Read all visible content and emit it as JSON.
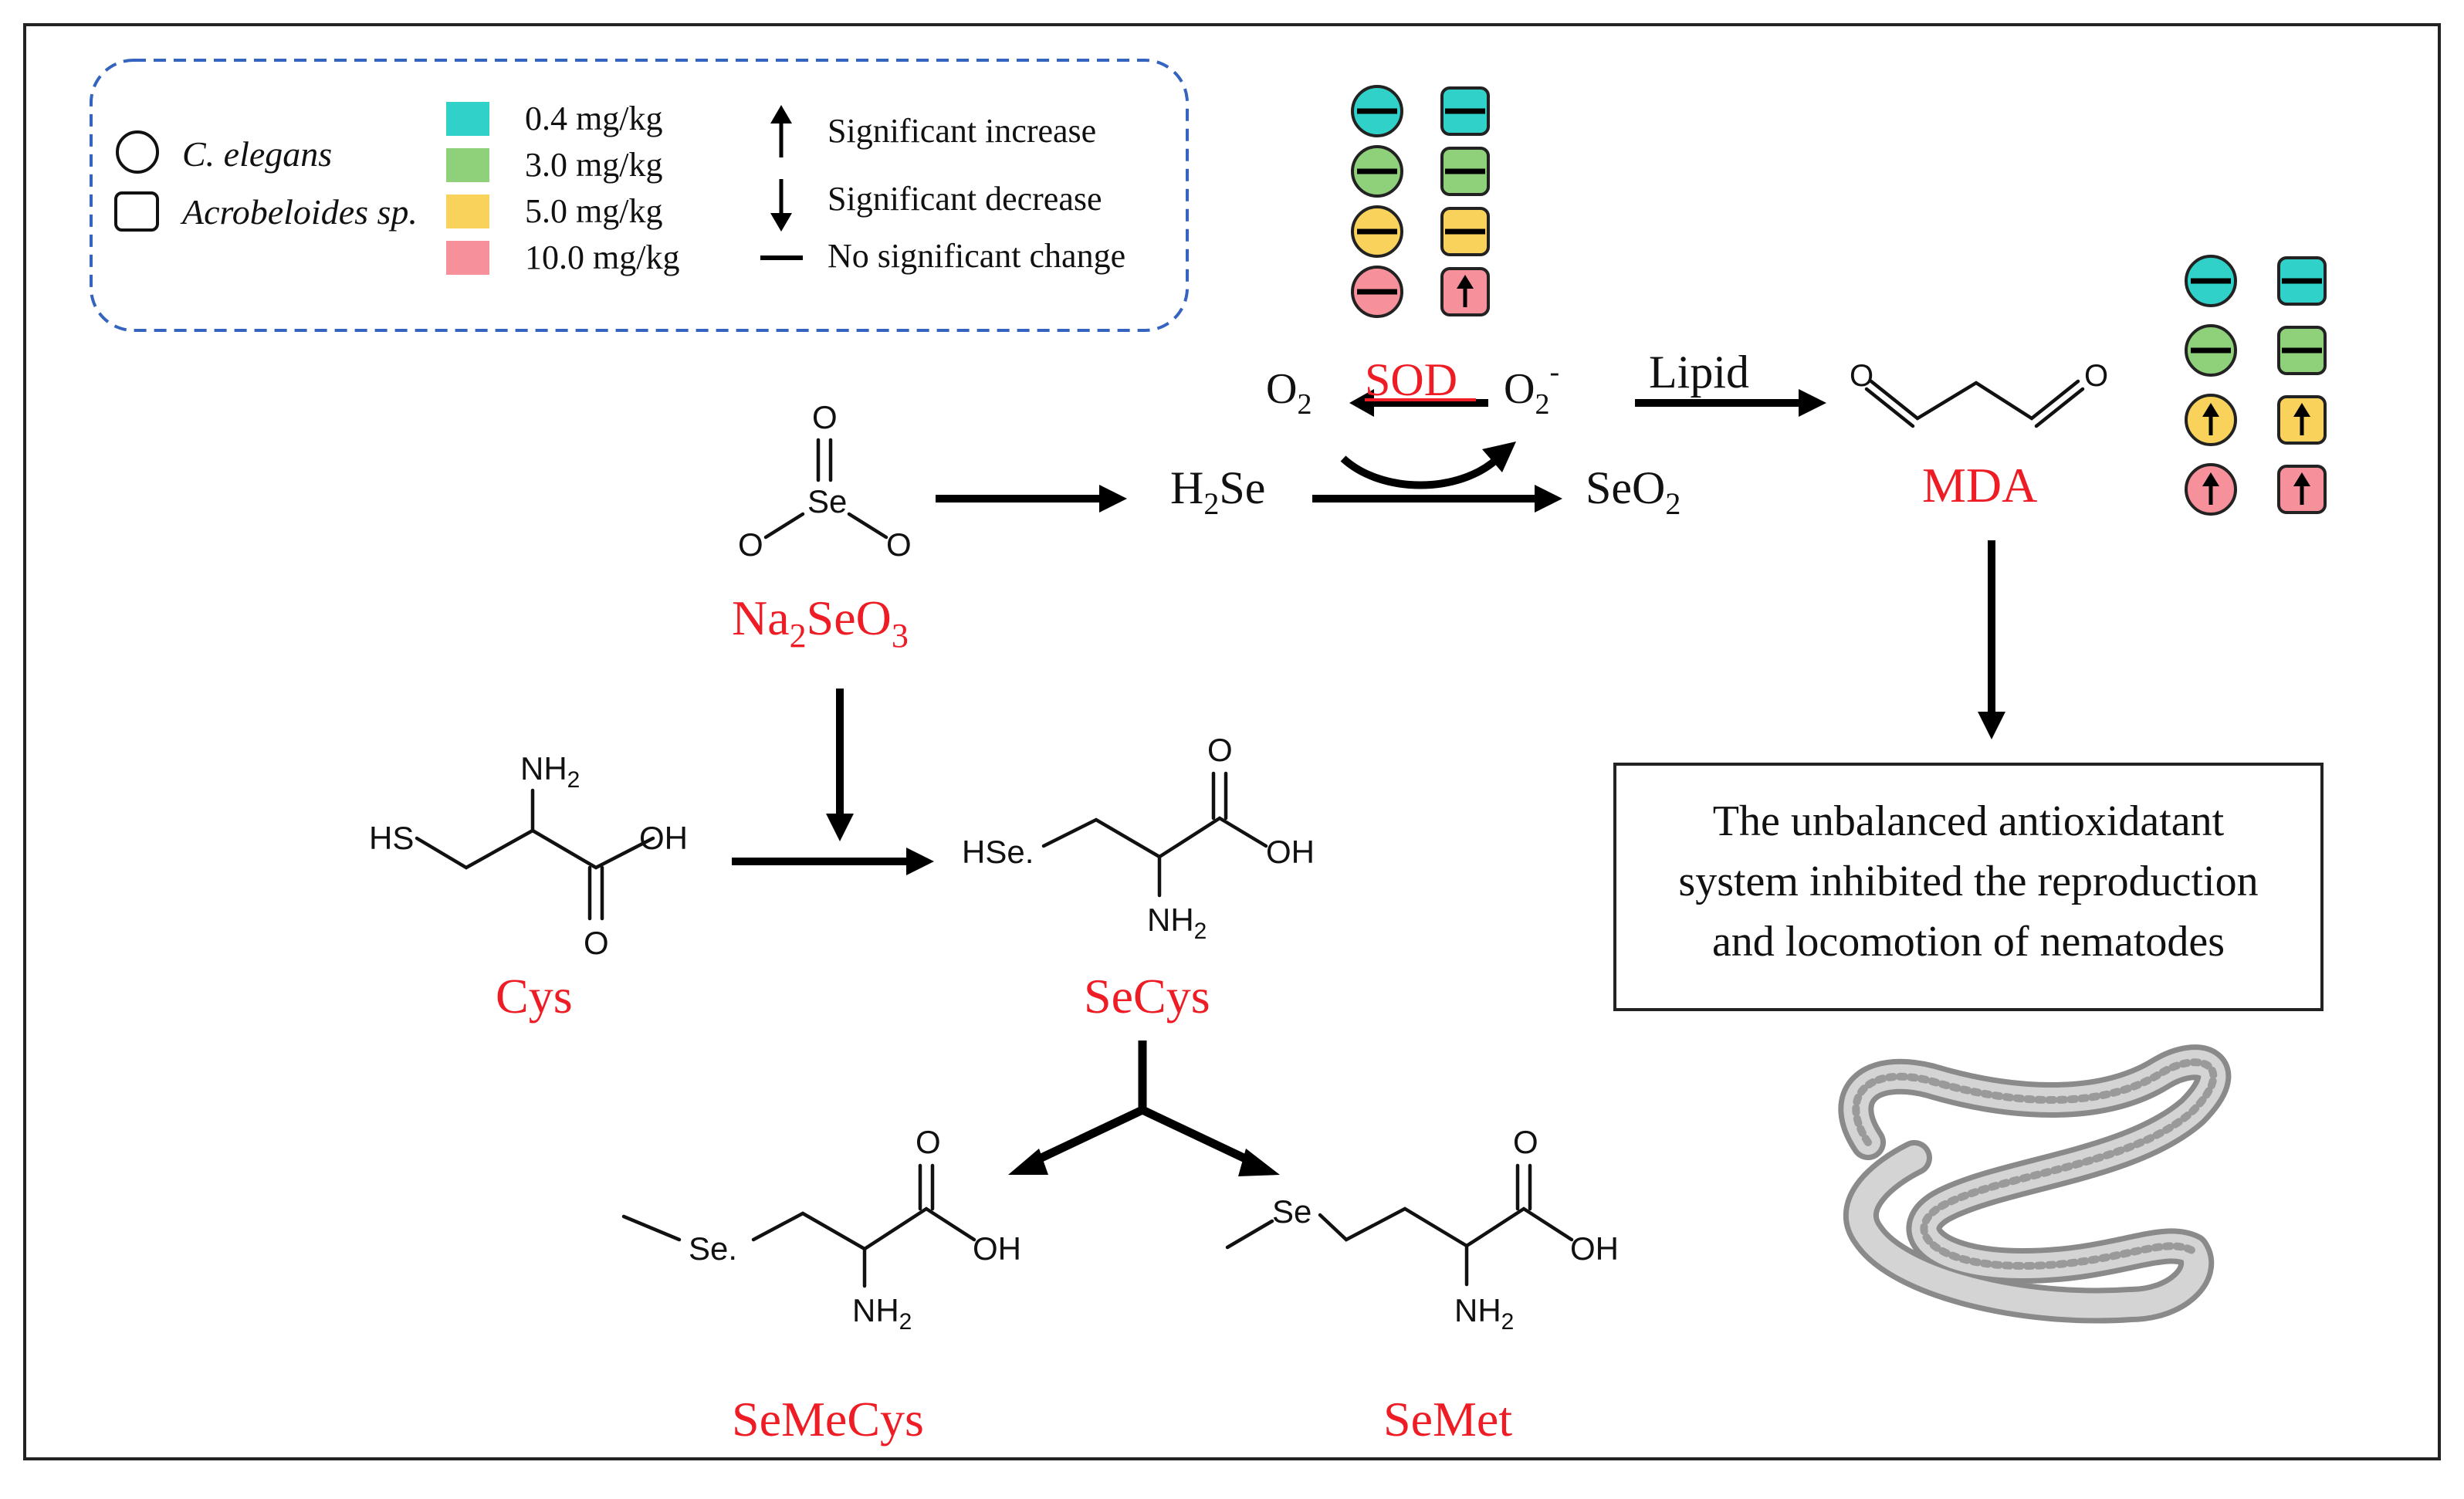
{
  "legend": {
    "shapes": [
      {
        "shape": "circle",
        "label": "C. elegans"
      },
      {
        "shape": "square",
        "label": "Acrobeloides sp."
      }
    ],
    "concentrations": [
      {
        "color": "#2fd1c8",
        "label": "0.4 mg/kg"
      },
      {
        "color": "#8fd07a",
        "label": "3.0 mg/kg"
      },
      {
        "color": "#f8d25a",
        "label": "5.0 mg/kg"
      },
      {
        "color": "#f6909a",
        "label": "10.0 mg/kg"
      }
    ],
    "symbols": [
      {
        "symbol": "up-arrow",
        "label": "Significant increase"
      },
      {
        "symbol": "down-arrow",
        "label": "Significant decrease"
      },
      {
        "symbol": "dash",
        "label": "No significant change"
      }
    ]
  },
  "compounds": {
    "na2seo3": {
      "base": "Na",
      "sub1": "2",
      "mid": "SeO",
      "sub2": "3"
    },
    "h2se": {
      "base": "H",
      "sub": "2",
      "rest": "Se"
    },
    "seo2": {
      "base": "SeO",
      "sub": "2"
    },
    "o2": {
      "base": "O",
      "sub": "2"
    },
    "o2minus": {
      "base": "O",
      "sub": "2",
      "sup": "-"
    },
    "sod": "SOD",
    "lipid": "Lipid",
    "mda": "MDA",
    "cys": "Cys",
    "secys": "SeCys",
    "semecys": "SeMeCys",
    "semet": "SeMet"
  },
  "atoms": {
    "O": "O",
    "Se": "Se",
    "HS": "HS",
    "HSe": "HSe.",
    "Se_dot": "Se.",
    "OH": "OH",
    "NH": "NH",
    "two": "2"
  },
  "sod_indicators": [
    {
      "concentration": "0.4 mg/kg",
      "c_elegans": "none",
      "acrobeloides": "none"
    },
    {
      "concentration": "3.0 mg/kg",
      "c_elegans": "none",
      "acrobeloides": "none"
    },
    {
      "concentration": "5.0 mg/kg",
      "c_elegans": "none",
      "acrobeloides": "none"
    },
    {
      "concentration": "10.0 mg/kg",
      "c_elegans": "none",
      "acrobeloides": "increase"
    }
  ],
  "mda_indicators": [
    {
      "concentration": "0.4 mg/kg",
      "c_elegans": "none",
      "acrobeloides": "none"
    },
    {
      "concentration": "3.0 mg/kg",
      "c_elegans": "none",
      "acrobeloides": "none"
    },
    {
      "concentration": "5.0 mg/kg",
      "c_elegans": "increase",
      "acrobeloides": "increase"
    },
    {
      "concentration": "10.0 mg/kg",
      "c_elegans": "increase",
      "acrobeloides": "increase"
    }
  ],
  "conclusion": {
    "line1": "The unbalanced antioxidatant",
    "line2": "system inhibited the reproduction",
    "line3": "and locomotion of nematodes"
  }
}
